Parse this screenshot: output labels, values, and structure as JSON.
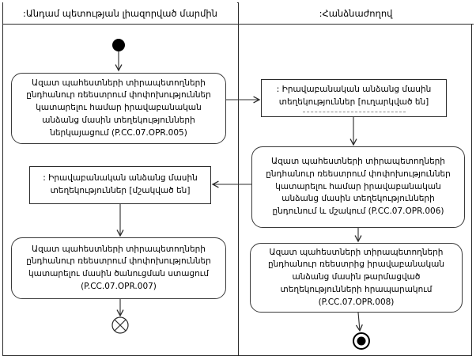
{
  "diagram": {
    "type": "uml-activity-diagram",
    "lanes": {
      "left_title": ":Անդամ պետության լիազորված մարմին",
      "right_title": ":Հանձնաժողով"
    },
    "nodes": {
      "action_005": "Ազատ պահեստների տիրապետողների ընդհանուր ռեեստրում փոփոխություններ կատարելու համար իրավաբանական անձանց մասին տեղեկությունների ներկայացում (P.CC.07.OPR.005)",
      "object_sent": ": Իրավաբանական անձանց մասին տեղեկություններ [ուղարկված են]",
      "action_006": "Ազատ պահեստների տիրապետողների ընդհանուր ռեեստրում փոփոխություններ կատարելու համար իրավաբանական անձանց մասին տեղեկությունների ընդունում և մշակում (P.CC.07.OPR.006)",
      "object_processed": ": Իրավաբանական անձանց մասին տեղեկություններ [մշակված են]",
      "action_007": "Ազատ պահեստների տիրապետողների ընդհանուր ռեեստրում փոփոխություններ կատարելու մասին ծանուցման ստացում (P.CC.07.OPR.007)",
      "action_008": "Ազատ պահեստների տիրապետողների ընդհանուր ռեեստրից իրավաբանական անձանց մասին թարմացված տեղեկությունների հրապարակում (P.CC.07.OPR.008)"
    },
    "colors": {
      "line": "#2b2b2b",
      "background": "#ffffff",
      "text": "#000000"
    }
  }
}
